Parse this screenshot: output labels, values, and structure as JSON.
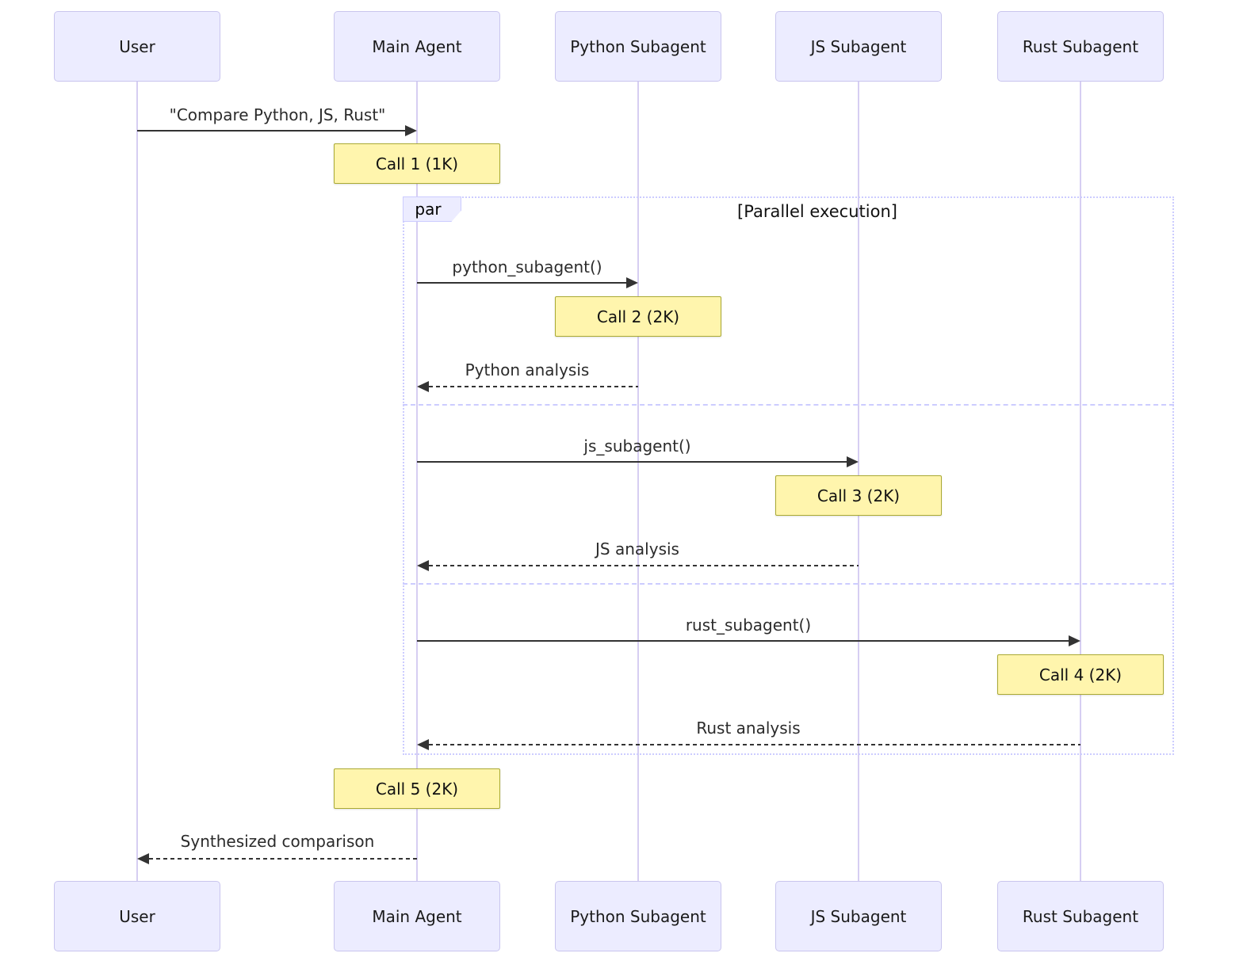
{
  "diagram": {
    "type": "sequence-diagram",
    "actors": [
      {
        "id": "user",
        "label": "User"
      },
      {
        "id": "main-agent",
        "label": "Main Agent"
      },
      {
        "id": "python-subagent",
        "label": "Python Subagent"
      },
      {
        "id": "js-subagent",
        "label": "JS Subagent"
      },
      {
        "id": "rust-subagent",
        "label": "Rust Subagent"
      }
    ],
    "messages": {
      "request": "\"Compare Python, JS, Rust\"",
      "python_call": "python_subagent()",
      "python_return": "Python analysis",
      "js_call": "js_subagent()",
      "js_return": "JS analysis",
      "rust_call": "rust_subagent()",
      "rust_return": "Rust analysis",
      "final_return": "Synthesized comparison"
    },
    "notes": {
      "call1": "Call 1 (1K)",
      "call2": "Call 2 (2K)",
      "call3": "Call 3 (2K)",
      "call4": "Call 4 (2K)",
      "call5": "Call 5 (2K)"
    },
    "par": {
      "label": "par",
      "condition": "[Parallel execution]"
    }
  },
  "colors": {
    "actor_fill": "#ECECFF",
    "actor_border": "#c9c5ee",
    "note_fill": "#FFF5AD",
    "note_border": "#AAAA33",
    "line_color": "#333333",
    "frame_border": "#CCCCFF",
    "lifeline_color": "#d6cef2",
    "text_color": "#1a1a1a",
    "msg_text_color": "#2b2b2b"
  }
}
